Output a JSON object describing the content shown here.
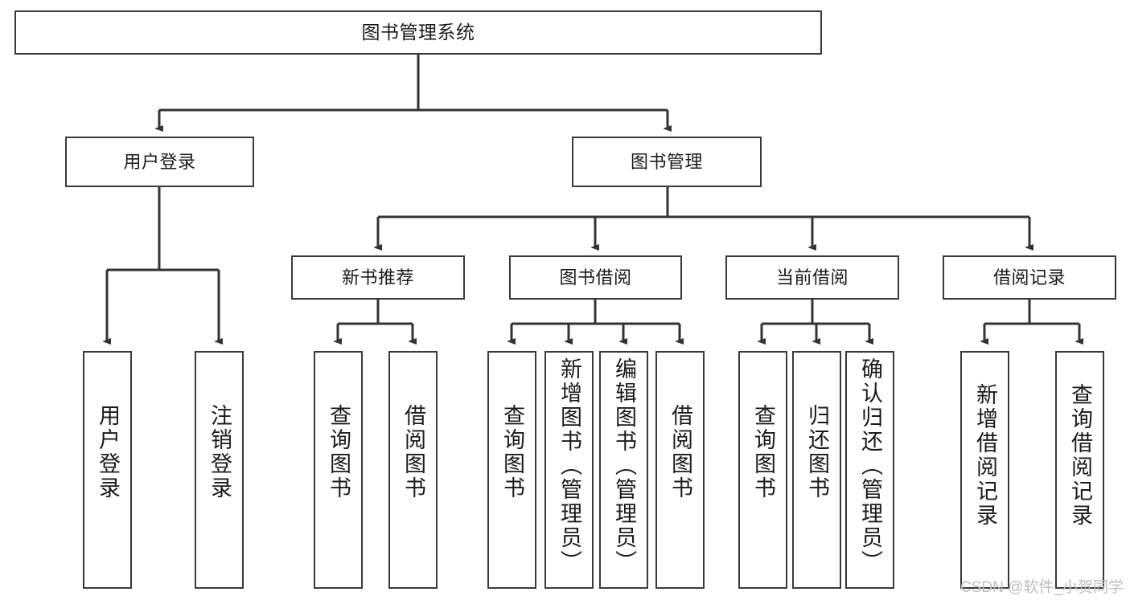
{
  "diagram": {
    "title": "图书管理系统",
    "type": "tree-hierarchy-flowchart",
    "watermark": "CSDN @软件_小贺同学",
    "colors": {
      "box_border": "#3a3a3a",
      "box_fill": "#ffffff",
      "connector": "#333333",
      "text": "#1a1a1a",
      "watermark": "#bdbdbd"
    },
    "nodes": {
      "root": {
        "label": "图书管理系统"
      },
      "level2": [
        {
          "label": "用户登录"
        },
        {
          "label": "图书管理"
        }
      ],
      "level3": [
        {
          "label": "新书推荐"
        },
        {
          "label": "图书借阅"
        },
        {
          "label": "当前借阅"
        },
        {
          "label": "借阅记录"
        }
      ],
      "leaves_user_login": [
        {
          "label": "用户登录"
        },
        {
          "label": "注销登录"
        }
      ],
      "leaves_new_book": [
        {
          "label": "查询图书"
        },
        {
          "label": "借阅图书"
        }
      ],
      "leaves_borrow": [
        {
          "label": "查询图书"
        },
        {
          "label": "新增图书（管理员）"
        },
        {
          "label": "编辑图书（管理员）"
        },
        {
          "label": "借阅图书"
        }
      ],
      "leaves_current": [
        {
          "label": "查询图书"
        },
        {
          "label": "归还图书"
        },
        {
          "label": "确认归还（管理员）"
        }
      ],
      "leaves_records": [
        {
          "label": "新增借阅记录"
        },
        {
          "label": "查询借阅记录"
        }
      ]
    }
  }
}
